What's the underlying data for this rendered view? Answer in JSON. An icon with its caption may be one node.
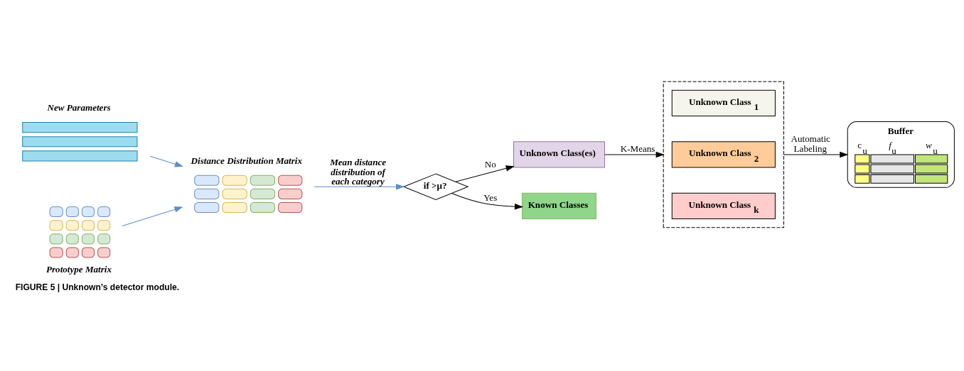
{
  "diagram": {
    "caption": "FIGURE 5 | Unknown’s detector module.",
    "nodes": [
      {
        "text": [
          "New Parameters"
        ]
      },
      {
        "text": [
          "Prototype Matrix"
        ]
      },
      {
        "text": [
          "Distance Distribution Matrix"
        ]
      },
      {
        "text": [
          "if >μ?"
        ]
      },
      {
        "text": [
          "Unknown Class(es)"
        ]
      },
      {
        "text": [
          "Known Classes"
        ]
      },
      {
        "text": [],
        "shape": "box"
      },
      {
        "text": [
          "Unknown Class$_{1}$"
        ],
        "in": 6
      },
      {
        "text": [
          "Unknown Class$_{2}$"
        ],
        "in": 6
      },
      {
        "text": [
          "Unknown Class$_{k}$"
        ],
        "in": 6
      },
      {
        "text": [
          "Buffer",
          "c$_{u}$",
          "*f*$_{u}$",
          "*w*$_{u}$"
        ]
      }
    ],
    "edges": [
      {
        "from": 0,
        "to": 2,
        "arrow": "to",
        "color": "#5b8ec9"
      },
      {
        "from": 1,
        "to": 2,
        "arrow": "to",
        "color": "#5b8ec9"
      },
      {
        "from": 2,
        "to": 3,
        "arrow": "to",
        "label": "Mean distance distribution of each category",
        "color": "#5b8ec9"
      },
      {
        "from": 3,
        "to": 4,
        "arrow": "to",
        "label": "No"
      },
      {
        "from": 3,
        "to": 5,
        "arrow": "to",
        "label": "Yes"
      },
      {
        "from": 4,
        "to": 6,
        "arrow": "to",
        "label": "K-Means"
      },
      {
        "from": 6,
        "to": 10,
        "arrow": "to",
        "label": "Automatic Labeling"
      }
    ]
  }
}
